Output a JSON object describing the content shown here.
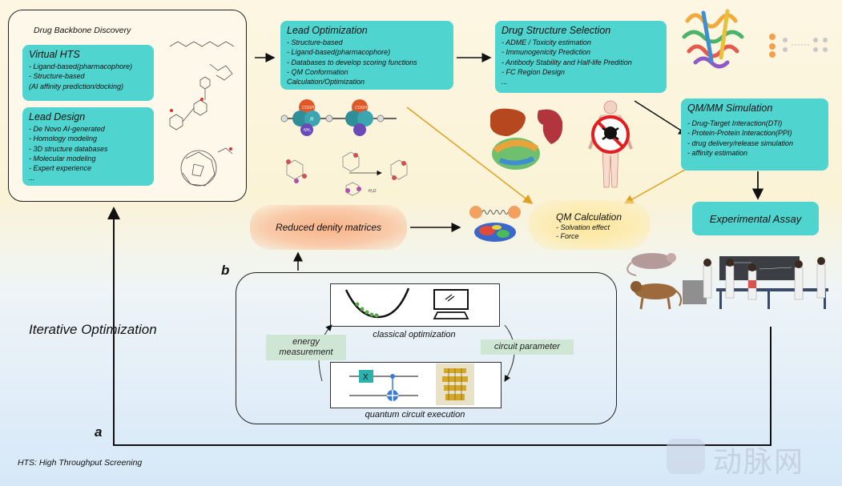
{
  "backbone": {
    "title": "Drug Backbone Discovery",
    "virtual_hts": {
      "title": "Virtual HTS",
      "items": [
        "- Ligand-based(pharmacophore)",
        "- Structure-based\n (AI affinity prediction/docking)"
      ]
    },
    "lead_design": {
      "title": "Lead Design",
      "items": [
        "- De Novo  AI-generated",
        "- Homology modeling",
        "- 3D structure databases",
        "- Molecular modeling",
        "- Expert experience",
        "..."
      ]
    }
  },
  "lead_optimization": {
    "title": "Lead Optimization",
    "items": [
      "- Structure-based",
      "- Ligand-based(pharmacophore)",
      "- Databases to develop scoring functions",
      "- QM Conformation\n Calculation/Optimization"
    ]
  },
  "drug_selection": {
    "title": "Drug Structure Selection",
    "items": [
      "- ADME / Toxicity estimation",
      "- Immunogenicity Prediction",
      "- Antibody Stability and Half-life Predition",
      "- FC Region Design",
      "..."
    ]
  },
  "qmmm": {
    "title": "QM/MM Simulation",
    "items": [
      "- Drug-Target Interaction(DTI)",
      "- Protein-Protein Interaction(PPI)",
      "- drug delivery/release simulation",
      "- affinity estimation"
    ]
  },
  "experimental_assay": "Experimental Assay",
  "reduced_density": "Reduced denity matrices",
  "qm_calc": {
    "title": "QM Calculation",
    "items": [
      "- Solvation effect",
      "- Force"
    ]
  },
  "quantum": {
    "classical": "classical optimization",
    "circuit": "quantum circuit execution",
    "energy": "energy\nmeasurement",
    "param": "circuit parameter",
    "x_gate": "X"
  },
  "molecule_labels": {
    "cooh1": "COOH",
    "cooh2": "COOH",
    "r": "R",
    "nh2": "NH₂",
    "h2o": "H₂O"
  },
  "iterative": "Iterative Optimization",
  "label_a": "a",
  "label_b": "b",
  "footnote": "HTS: High Throughput Screening",
  "watermark": "动脉网",
  "colors": {
    "teal": "#4fd4cf",
    "arrow_orange": "#e0a020",
    "chip": "#cfe6d5"
  }
}
